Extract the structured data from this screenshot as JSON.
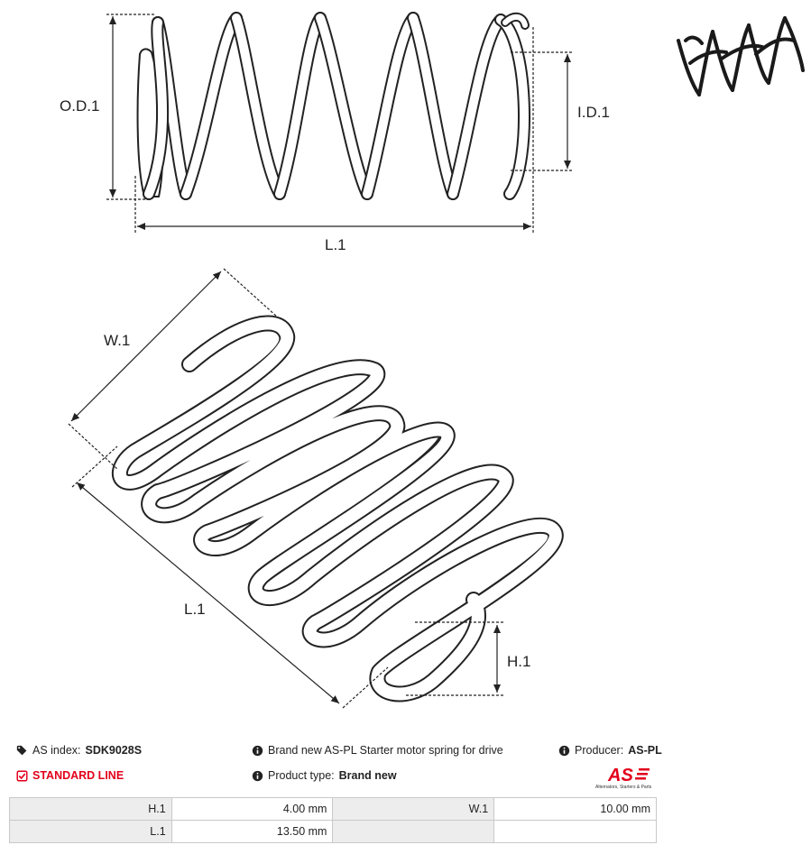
{
  "drawing": {
    "dimensions": {
      "od": "O.D.1",
      "id": "I.D.1",
      "length_side": "L.1",
      "width": "W.1",
      "length_iso": "L.1",
      "height": "H.1"
    }
  },
  "info": {
    "as_index_label": "AS index:",
    "as_index_value": "SDK9028S",
    "standard_line": "STANDARD LINE",
    "description": "Brand new AS-PL Starter motor spring for drive",
    "product_type_label": "Product type:",
    "product_type_value": "Brand new",
    "producer_label": "Producer:",
    "producer_value": "AS-PL"
  },
  "logo": {
    "brand": "AS",
    "tagline": "Alternators, Starters & Parts"
  },
  "specs": [
    {
      "label": "H.1",
      "value": "4.00 mm",
      "label2": "W.1",
      "value2": "10.00 mm"
    },
    {
      "label": "L.1",
      "value": "13.50 mm",
      "label2": "",
      "value2": ""
    }
  ],
  "colors": {
    "accent_red": "#e3001b",
    "table_label_bg": "#ededed"
  },
  "icons": [
    "tags-icon",
    "check-square-icon",
    "info-circle-icon"
  ]
}
